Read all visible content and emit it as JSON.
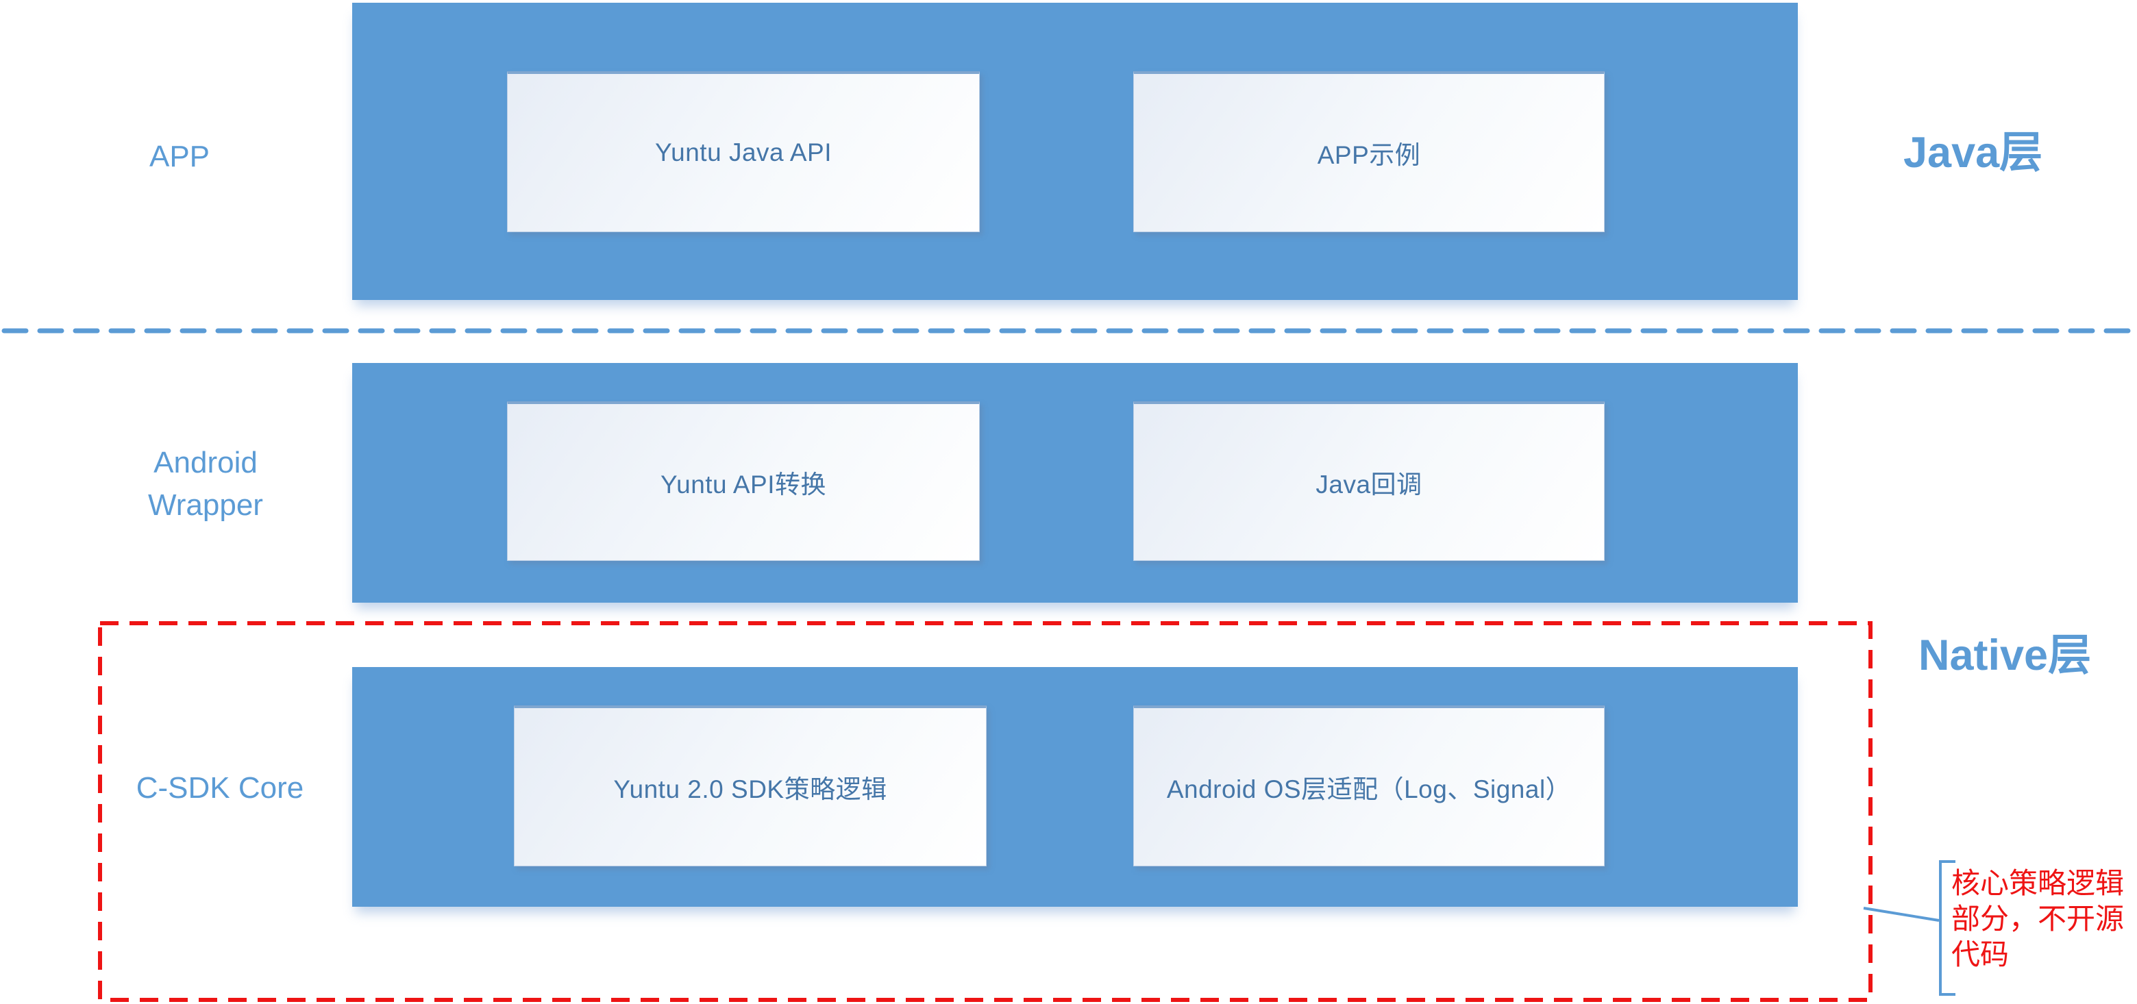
{
  "layers": [
    {
      "label": "APP",
      "boxes": [
        {
          "label": "Yuntu Java API"
        },
        {
          "label": "APP示例"
        }
      ]
    },
    {
      "label": "Android Wrapper",
      "boxes": [
        {
          "label": "Yuntu API转换"
        },
        {
          "label": "Java回调"
        }
      ]
    },
    {
      "label": "C-SDK Core",
      "boxes": [
        {
          "label": "Yuntu 2.0 SDK策略逻辑"
        },
        {
          "label": "Android OS层适配（Log、Signal）"
        }
      ]
    }
  ],
  "zones": {
    "java": "Java层",
    "native": "Native层"
  },
  "annotation": {
    "lines": [
      "核心策略逻辑",
      "部分，不开源",
      "代码"
    ]
  },
  "colors": {
    "band_blue": "#5B9BD5",
    "box_text_blue": "#4576A8",
    "accent_red": "#EE1414"
  }
}
